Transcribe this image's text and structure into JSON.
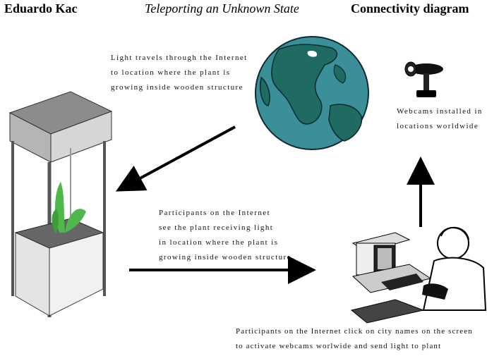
{
  "header": {
    "artist": "Eduardo Kac",
    "title": "Teleporting an Unknown State",
    "subtitle": "Connectivity diagram"
  },
  "captions": {
    "light_travels": [
      "Light travels through the Internet",
      "to location where the plant is",
      "growing inside wooden structure"
    ],
    "webcams": [
      "Webcams installed in",
      "locations worldwide"
    ],
    "participants_see": [
      "Participants on the Internet",
      "see the plant receiving light",
      "in location where the plant is",
      "growing inside wooden structure"
    ],
    "participants_click": [
      "Participants on the Internet click on city names on the screen",
      "to activate webcams worlwide and send light to plant"
    ]
  },
  "colors": {
    "ocean": "#3a8f98",
    "land": "#1f6b62",
    "plant": "#4fb84a",
    "structure": "#c8c8c8"
  }
}
